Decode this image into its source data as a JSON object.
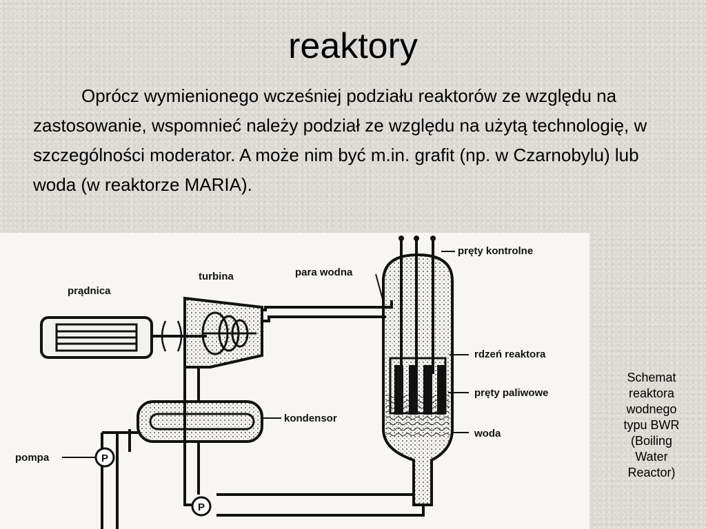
{
  "slide": {
    "title": "reaktory",
    "paragraph": "Oprócz wymienionego wcześniej podziału reaktorów ze względu na zastosowanie, wspomnieć należy podział ze względu na użytą technologię, w szczególności moderator. A może nim być m.in. grafit (np. w Czarnobylu) lub woda (w reaktorze MARIA)."
  },
  "diagram": {
    "labels": {
      "pradnica": "prądnica",
      "turbina": "turbina",
      "para_wodna": "para wodna",
      "prety_kontrolne": "pręty kontrolne",
      "rdzen_reaktora": "rdzeń reaktora",
      "prety_paliwowe": "pręty paliwowe",
      "kondensor": "kondensor",
      "woda": "woda",
      "pompa": "pompa",
      "pump_symbol": "P"
    }
  },
  "caption": {
    "lines": [
      "Schemat",
      "reaktora",
      "wodnego",
      "typu BWR",
      "(Boiling",
      "Water",
      "Reactor)"
    ]
  }
}
